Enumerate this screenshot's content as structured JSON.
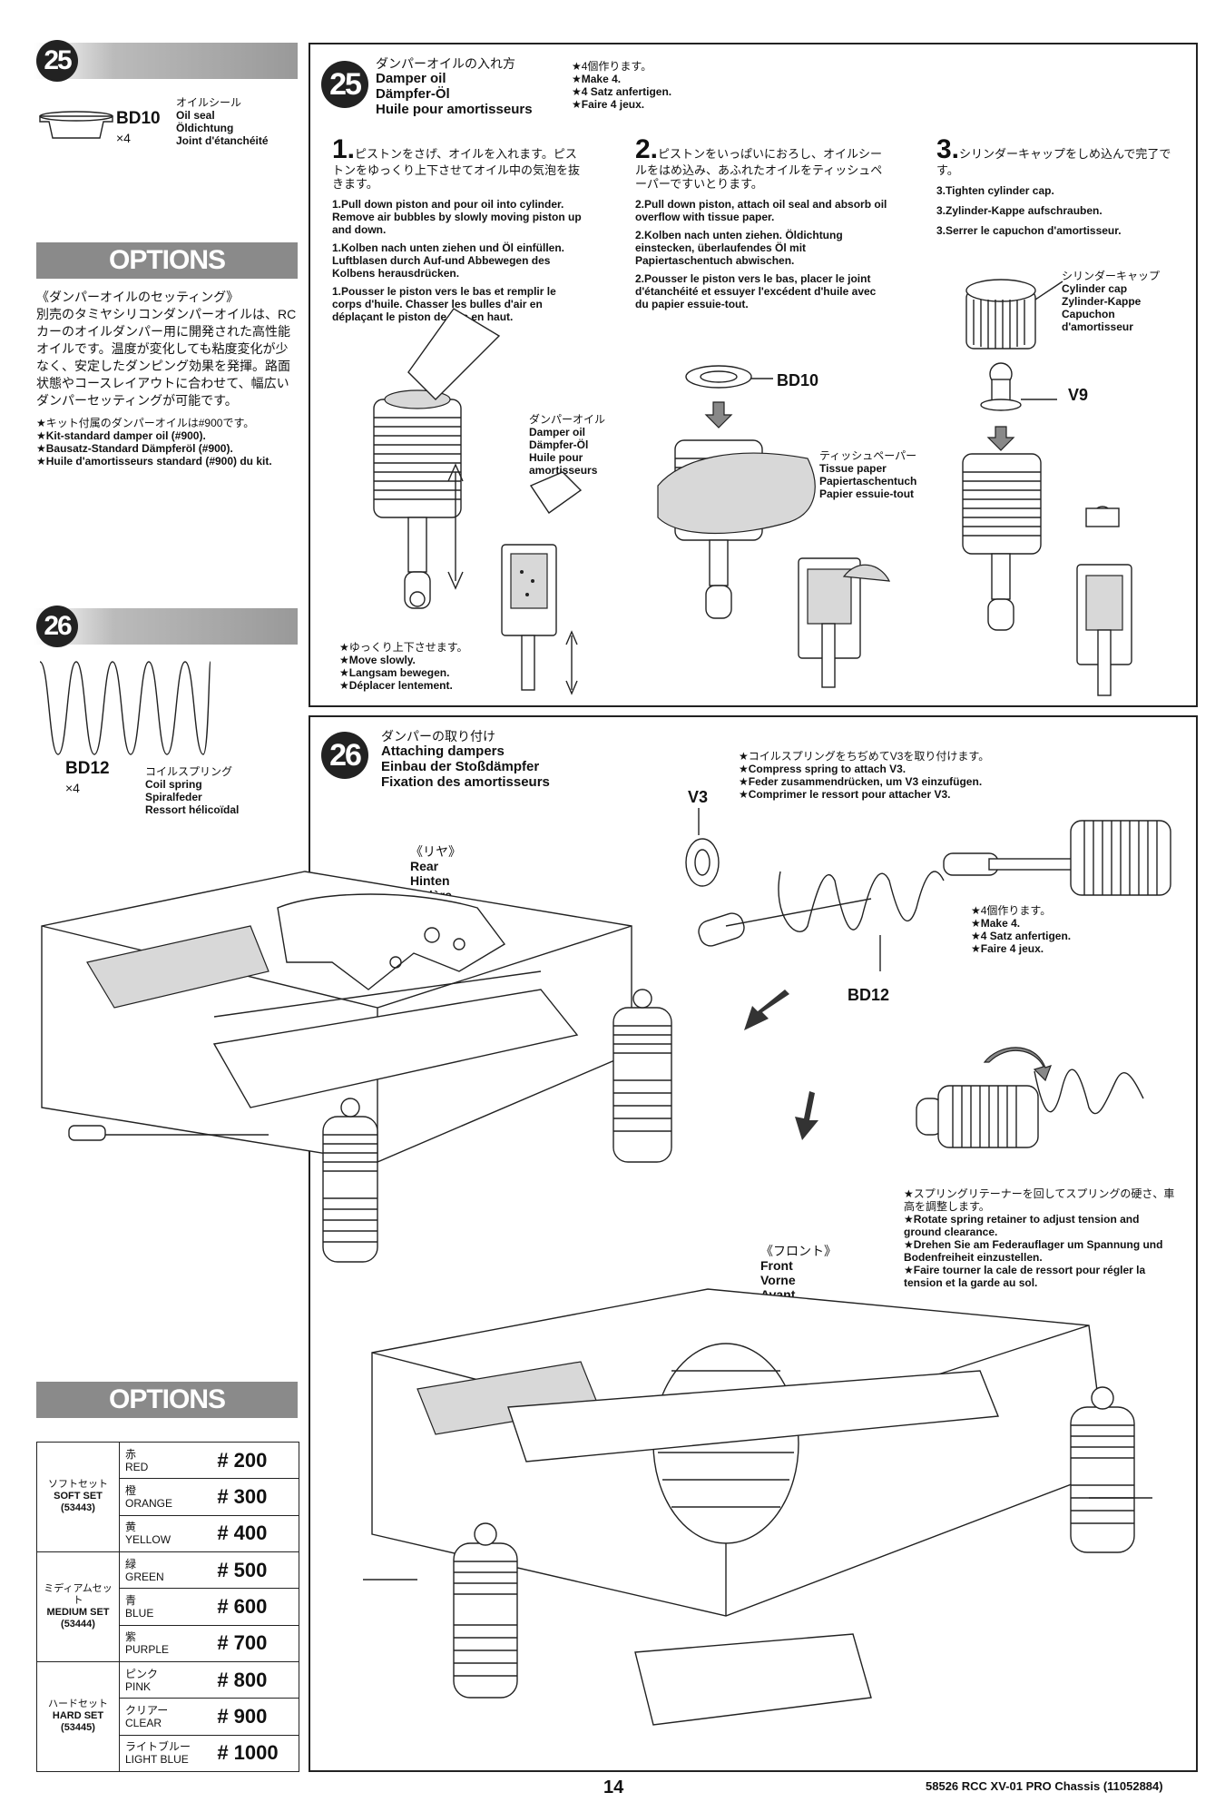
{
  "left": {
    "step25": {
      "number": "25",
      "part": {
        "code": "BD10",
        "qty": "×4",
        "names": [
          "オイルシール",
          "Oil seal",
          "Öldichtung",
          "Joint d'étanchéité"
        ]
      }
    },
    "options1": {
      "title": "OPTIONS",
      "heading": "《ダンパーオイルのセッティング》",
      "body": "別売のタミヤシリコンダンパーオイルは、RCカーのオイルダンパー用に開発された高性能オイルです。温度が変化しても粘度変化が少なく、安定したダンピング効果を発揮。路面状態やコースレイアウトに合わせて、幅広いダンパーセッティングが可能です。",
      "notes": [
        "★キット付属のダンパーオイルは#900です。",
        "★Kit-standard damper oil (#900).",
        "★Bausatz-Standard Dämpferöl (#900).",
        "★Huile d'amortisseurs standard (#900) du kit."
      ]
    },
    "step26": {
      "number": "26",
      "part": {
        "code": "BD12",
        "qty": "×4",
        "names": [
          "コイルスプリング",
          "Coil spring",
          "Spiralfeder",
          "Ressort hélicoïdal"
        ]
      }
    },
    "options2": {
      "title": "OPTIONS",
      "sets": [
        {
          "set": [
            "ソフトセット",
            "SOFT SET",
            "(53443)"
          ],
          "rows": [
            {
              "jp": "赤",
              "en": "RED",
              "num": "# 200"
            },
            {
              "jp": "橙",
              "en": "ORANGE",
              "num": "# 300"
            },
            {
              "jp": "黄",
              "en": "YELLOW",
              "num": "# 400"
            }
          ]
        },
        {
          "set": [
            "ミディアムセット",
            "MEDIUM SET",
            "(53444)"
          ],
          "rows": [
            {
              "jp": "緑",
              "en": "GREEN",
              "num": "# 500"
            },
            {
              "jp": "青",
              "en": "BLUE",
              "num": "# 600"
            },
            {
              "jp": "紫",
              "en": "PURPLE",
              "num": "# 700"
            }
          ]
        },
        {
          "set": [
            "ハードセット",
            "HARD SET",
            "(53445)"
          ],
          "rows": [
            {
              "jp": "ピンク",
              "en": "PINK",
              "num": "# 800"
            },
            {
              "jp": "クリアー",
              "en": "CLEAR",
              "num": "# 900"
            },
            {
              "jp": "ライトブルー",
              "en": "LIGHT BLUE",
              "num": "# 1000"
            }
          ]
        }
      ]
    }
  },
  "step25": {
    "number": "25",
    "title_jp": "ダンパーオイルの入れ方",
    "title_en": "Damper oil",
    "title_de": "Dämpfer-Öl",
    "title_fr": "Huile pour amortisseurs",
    "make": [
      "★4個作ります。",
      "★Make 4.",
      "★4 Satz anfertigen.",
      "★Faire 4 jeux."
    ],
    "s1": {
      "num": "1.",
      "jp": "ピストンをさげ、オイルを入れます。ピストンをゆっくり上下させてオイル中の気泡を抜きます。",
      "en": "1.Pull down piston and pour oil into cylinder. Remove air bubbles by slowly moving piston up and down.",
      "de": "1.Kolben nach unten ziehen und Öl einfüllen. Luftblasen durch Auf-und Abbewegen des Kolbens herausdrücken.",
      "fr": "1.Pousser le piston vers le bas et remplir le corps d'huile. Chasser les bulles d'air en déplaçant le piston de bas en haut."
    },
    "s2": {
      "num": "2.",
      "jp": "ピストンをいっぱいにおろし、オイルシールをはめ込み、あふれたオイルをティッシュペーパーですいとります。",
      "en": "2.Pull down piston, attach oil seal and absorb oil overflow with tissue paper.",
      "de": "2.Kolben nach unten ziehen. Öldichtung einstecken, überlaufendes Öl mit Papiertaschentuch abwischen.",
      "fr": "2.Pousser le piston vers le bas, placer le joint d'étanchéité et essuyer l'excédent d'huile avec du papier essuie-tout."
    },
    "s3": {
      "num": "3.",
      "jp": "シリンダーキャップをしめ込んで完了です。",
      "en": "3.Tighten cylinder cap.",
      "de": "3.Zylinder-Kappe aufschrauben.",
      "fr": "3.Serrer le capuchon d'amortisseur."
    },
    "oil_label": [
      "ダンパーオイル",
      "Damper oil",
      "Dämpfer-Öl",
      "Huile pour",
      "amortisseurs"
    ],
    "bd10": "BD10",
    "tissue": [
      "ティッシュペーパー",
      "Tissue paper",
      "Papiertaschentuch",
      "Papier essuie-tout"
    ],
    "cap": [
      "シリンダーキャップ",
      "Cylinder cap",
      "Zylinder-Kappe",
      "Capuchon",
      "d'amortisseur"
    ],
    "v9": "V9",
    "slow": [
      "★ゆっくり上下させます。",
      "★Move slowly.",
      "★Langsam bewegen.",
      "★Déplacer lentement."
    ]
  },
  "step26": {
    "number": "26",
    "title_jp": "ダンパーの取り付け",
    "title_en": "Attaching dampers",
    "title_de": "Einbau der Stoßdämpfer",
    "title_fr": "Fixation des amortisseurs",
    "compress": [
      "★コイルスプリングをちぢめてV3を取り付けます。",
      "★Compress spring to attach V3.",
      "★Feder zusammendrücken, um V3 einzufügen.",
      "★Comprimer le ressort pour attacher V3."
    ],
    "v3": "V3",
    "bd12": "BD12",
    "make": [
      "★4個作ります。",
      "★Make 4.",
      "★4 Satz anfertigen.",
      "★Faire 4 jeux."
    ],
    "rear": [
      "《リヤ》",
      "Rear",
      "Hinten",
      "Arrière"
    ],
    "front": [
      "《フロント》",
      "Front",
      "Vorne",
      "Avant"
    ],
    "retainer": [
      "★スプリングリテーナーを回してスプリングの硬さ、車高を調整します。",
      "★Rotate spring retainer to adjust tension and ground clearance.",
      "★Drehen Sie am Federauflager um Spannung und Bodenfreiheit einzustellen.",
      "★Faire tourner la cale de ressort pour régler la tension et la garde au sol."
    ]
  },
  "footer": {
    "page": "14",
    "code": "58526 RCC XV-01 PRO Chassis (11052884)"
  }
}
